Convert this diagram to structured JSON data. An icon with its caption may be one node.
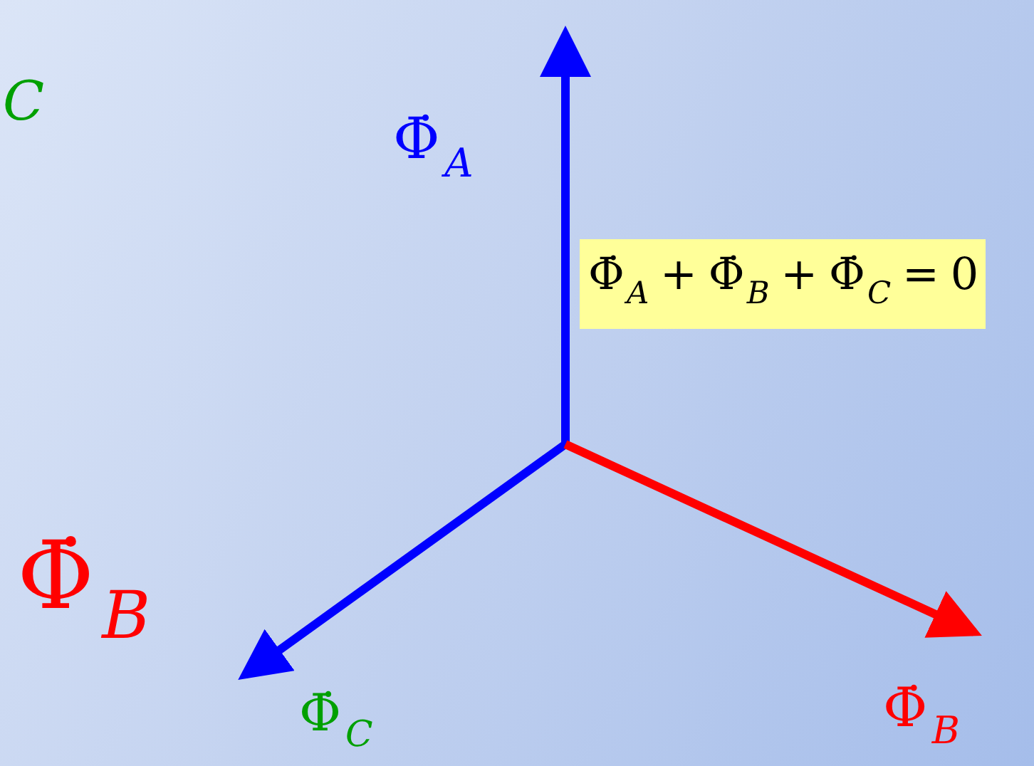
{
  "diagram": {
    "nodes": [
      {
        "text": [
          "Φ̇$_{A}$ + Φ̇$_{B}$ + Φ̇$_{C}$ = 0"
        ]
      }
    ],
    "labels": [
      "C",
      "Φ̇$_{A}$",
      "Φ̇$_{B}$",
      "Φ̇$_{C}$",
      "Φ̇$_{B}$"
    ]
  }
}
